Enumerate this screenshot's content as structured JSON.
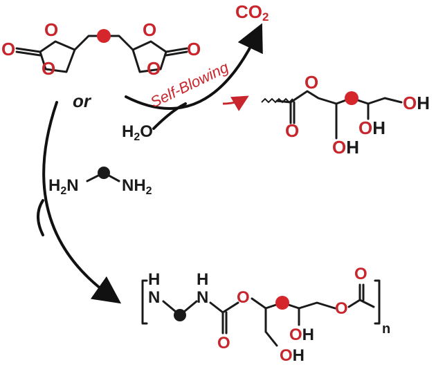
{
  "colors": {
    "heteroatom": "#c8262c",
    "bond": "#1a1a1a",
    "red_dot": "#d4262b",
    "black_dot": "#1a1a1a"
  },
  "labels": {
    "co2": "CO",
    "co2_sub": "2",
    "or": "or",
    "self_blowing": "Self-Blowing",
    "water_h": "H",
    "water_sub": "2",
    "water_o": "O",
    "amine_h_left": "H",
    "amine_sub_left": "2",
    "amine_n_left": "N",
    "amine_nh": "NH",
    "amine_sub_right": "2",
    "atom_O": "O",
    "atom_OH": "OH",
    "atom_H": "H",
    "atom_N": "N",
    "polymer_n": "n"
  }
}
